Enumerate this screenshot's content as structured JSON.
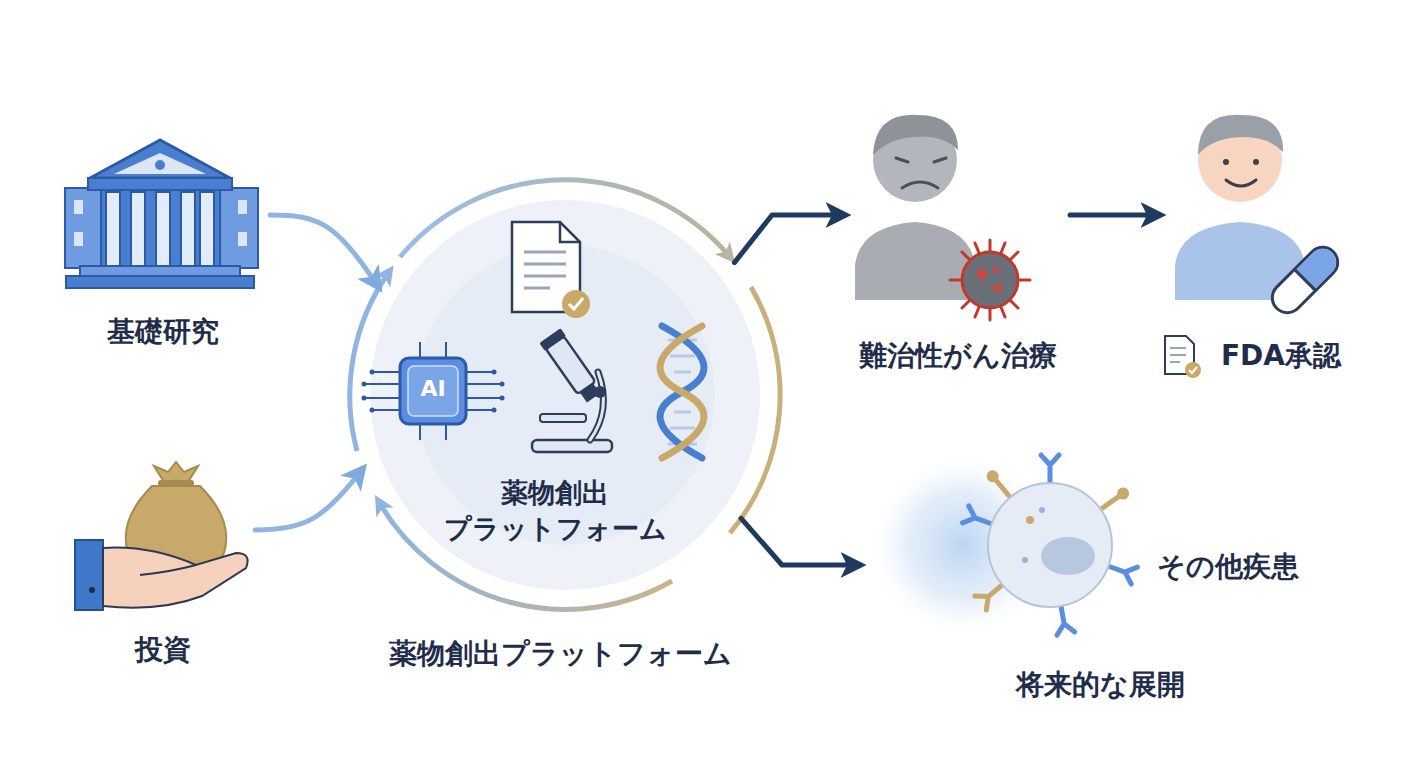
{
  "diagram": {
    "nodes": [
      {
        "text": [
          "基礎研究"
        ]
      },
      {
        "text": [
          "投資"
        ]
      },
      {
        "text": [
          "薬物創出 プラットフォーム",
          "薬物創出プラットフォーム"
        ]
      },
      {
        "text": [
          "難治性がん治療"
        ]
      },
      {
        "text": [
          "FDA承認"
        ]
      },
      {
        "text": [
          "その他疾患",
          "将来的な展開"
        ]
      }
    ],
    "edges": [
      {
        "from": 0,
        "to": 2,
        "arrow": "to"
      },
      {
        "from": 1,
        "to": 2,
        "arrow": "to"
      },
      {
        "from": 2,
        "to": 3,
        "arrow": "to"
      },
      {
        "from": 3,
        "to": 4,
        "arrow": "to"
      },
      {
        "from": 2,
        "to": 5,
        "arrow": "to"
      }
    ],
    "labels": [
      "AI"
    ]
  }
}
